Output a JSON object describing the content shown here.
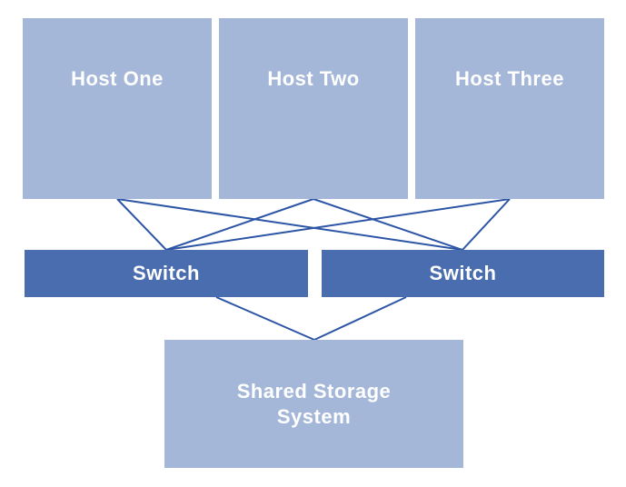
{
  "diagram": {
    "nodes": {
      "host_one": {
        "label": "Host One"
      },
      "host_two": {
        "label": "Host Two"
      },
      "host_three": {
        "label": "Host Three"
      },
      "switch_left": {
        "label": "Switch"
      },
      "switch_right": {
        "label": "Switch"
      },
      "storage": {
        "label": "Shared Storage System"
      }
    },
    "connections": [
      {
        "from": "host-one-bottom",
        "to": "switch-left-top"
      },
      {
        "from": "host-one-bottom",
        "to": "switch-right-top"
      },
      {
        "from": "host-two-bottom",
        "to": "switch-left-top"
      },
      {
        "from": "host-two-bottom",
        "to": "switch-right-top"
      },
      {
        "from": "host-three-bottom",
        "to": "switch-left-top"
      },
      {
        "from": "host-three-bottom",
        "to": "switch-right-top"
      },
      {
        "from": "switch-left-bottom",
        "to": "storage-top"
      },
      {
        "from": "switch-right-bottom",
        "to": "storage-top"
      }
    ]
  },
  "colors": {
    "background": "#ffffff",
    "node_fill_light": "#a4b7d8",
    "node_fill_dark": "#4a6db0",
    "connection_line": "#2d55a6",
    "node_text": "#ffffff"
  }
}
